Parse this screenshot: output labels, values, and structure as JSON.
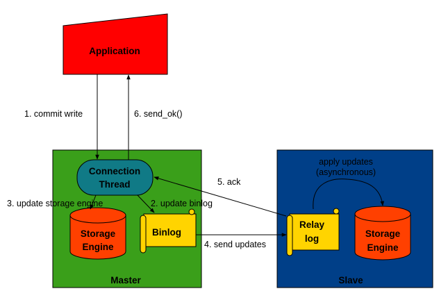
{
  "colors": {
    "application": "#ff0000",
    "master": "#3a9f1a",
    "slave": "#003f88",
    "connection_thread": "#107a86",
    "storage_engine": "#ff4000",
    "log": "#ffd400"
  },
  "nodes": {
    "application": "Application",
    "connection_thread": [
      "Connection",
      "Thread"
    ],
    "master_storage_engine": [
      "Storage",
      "Engine"
    ],
    "binlog": "Binlog",
    "master": "Master",
    "relay_log": [
      "Relay",
      "log"
    ],
    "slave_storage_engine": [
      "Storage",
      "Engine"
    ],
    "slave": "Slave"
  },
  "edges": {
    "commit_write": "1. commit write",
    "update_binlog": "2. update binlog",
    "update_storage_engine": "3. update storage engine",
    "send_updates": "4. send updates",
    "ack": "5. ack",
    "send_ok": "6. send_ok()",
    "apply_updates": [
      "apply updates",
      "(asynchronous)"
    ]
  }
}
